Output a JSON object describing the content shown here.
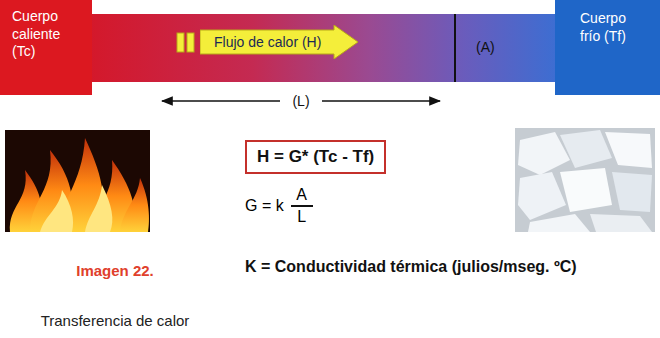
{
  "diagram": {
    "nodes": [
      {
        "text": [
          "Cuerpo caliente (Tc)"
        ]
      },
      {
        "text": [
          "Flujo de calor (H)"
        ]
      },
      {
        "text": [
          "Cuerpo frío (Tf)"
        ]
      },
      {
        "text": [
          "H = G* (Tc - Tf)"
        ]
      },
      {
        "text": [
          "G = k",
          "A",
          "L"
        ]
      }
    ],
    "labels": [
      "(A)",
      "(L)",
      "Imagen 22.",
      "Transferencia de calor",
      "K = Conductividad térmica (julios/mseg. ºC)"
    ]
  }
}
